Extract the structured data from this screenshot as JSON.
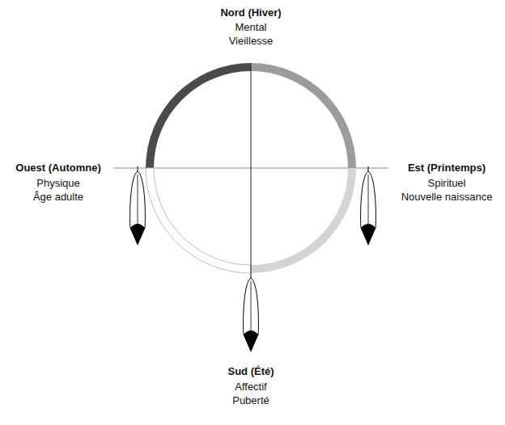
{
  "diagram": {
    "labels": [
      "Nord (Hiver)",
      "Mental",
      "Vieillesse",
      "Ouest (Automne)",
      "Physique",
      "Âge adulte",
      "Est (Printemps)",
      "Spirituel",
      "Nouvelle naissance",
      "Sud (Été)",
      "Affectif",
      "Puberté"
    ]
  }
}
